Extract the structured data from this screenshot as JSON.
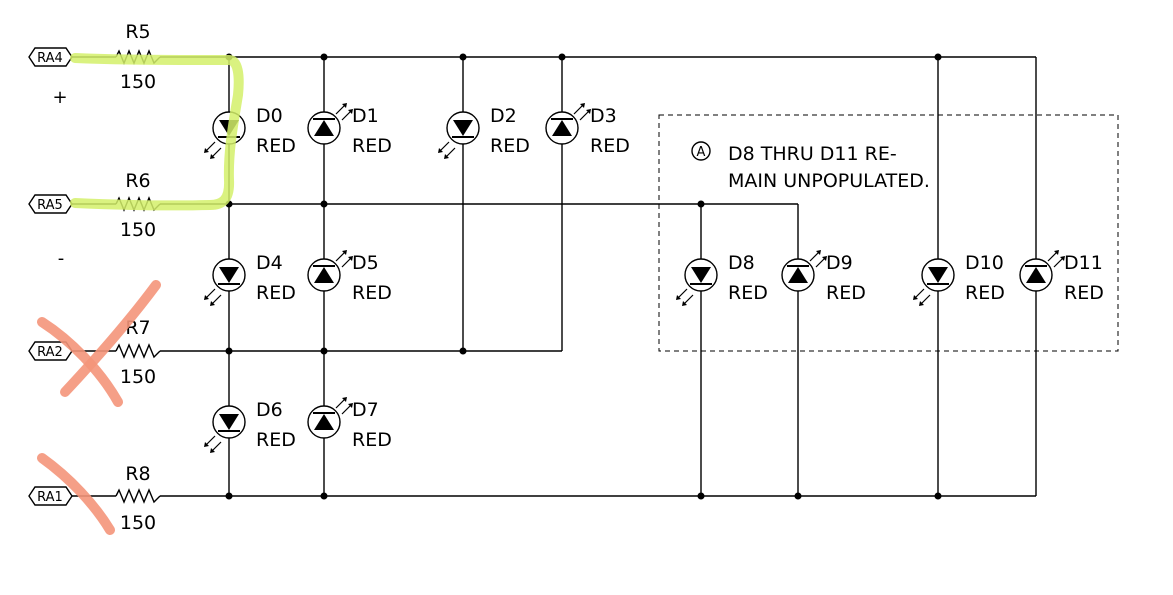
{
  "ports": [
    {
      "id": "RA4",
      "label": "RA4"
    },
    {
      "id": "RA5",
      "label": "RA5"
    },
    {
      "id": "RA2",
      "label": "RA2"
    },
    {
      "id": "RA1",
      "label": "RA1"
    }
  ],
  "signs": {
    "plus": "+",
    "minus": "-"
  },
  "resistors": [
    {
      "ref": "R5",
      "value": "150"
    },
    {
      "ref": "R6",
      "value": "150"
    },
    {
      "ref": "R7",
      "value": "150"
    },
    {
      "ref": "R8",
      "value": "150"
    }
  ],
  "diodes": [
    {
      "ref": "D0",
      "color": "RED"
    },
    {
      "ref": "D1",
      "color": "RED"
    },
    {
      "ref": "D2",
      "color": "RED"
    },
    {
      "ref": "D3",
      "color": "RED"
    },
    {
      "ref": "D4",
      "color": "RED"
    },
    {
      "ref": "D5",
      "color": "RED"
    },
    {
      "ref": "D6",
      "color": "RED"
    },
    {
      "ref": "D7",
      "color": "RED"
    },
    {
      "ref": "D8",
      "color": "RED"
    },
    {
      "ref": "D9",
      "color": "RED"
    },
    {
      "ref": "D10",
      "color": "RED"
    },
    {
      "ref": "D11",
      "color": "RED"
    }
  ],
  "note": {
    "marker": "A",
    "line1": "D8 THRU D11 RE-",
    "line2": "MAIN UNPOPULATED."
  },
  "colors": {
    "highlight": "#d4f06a",
    "cross": "#f4957a"
  }
}
